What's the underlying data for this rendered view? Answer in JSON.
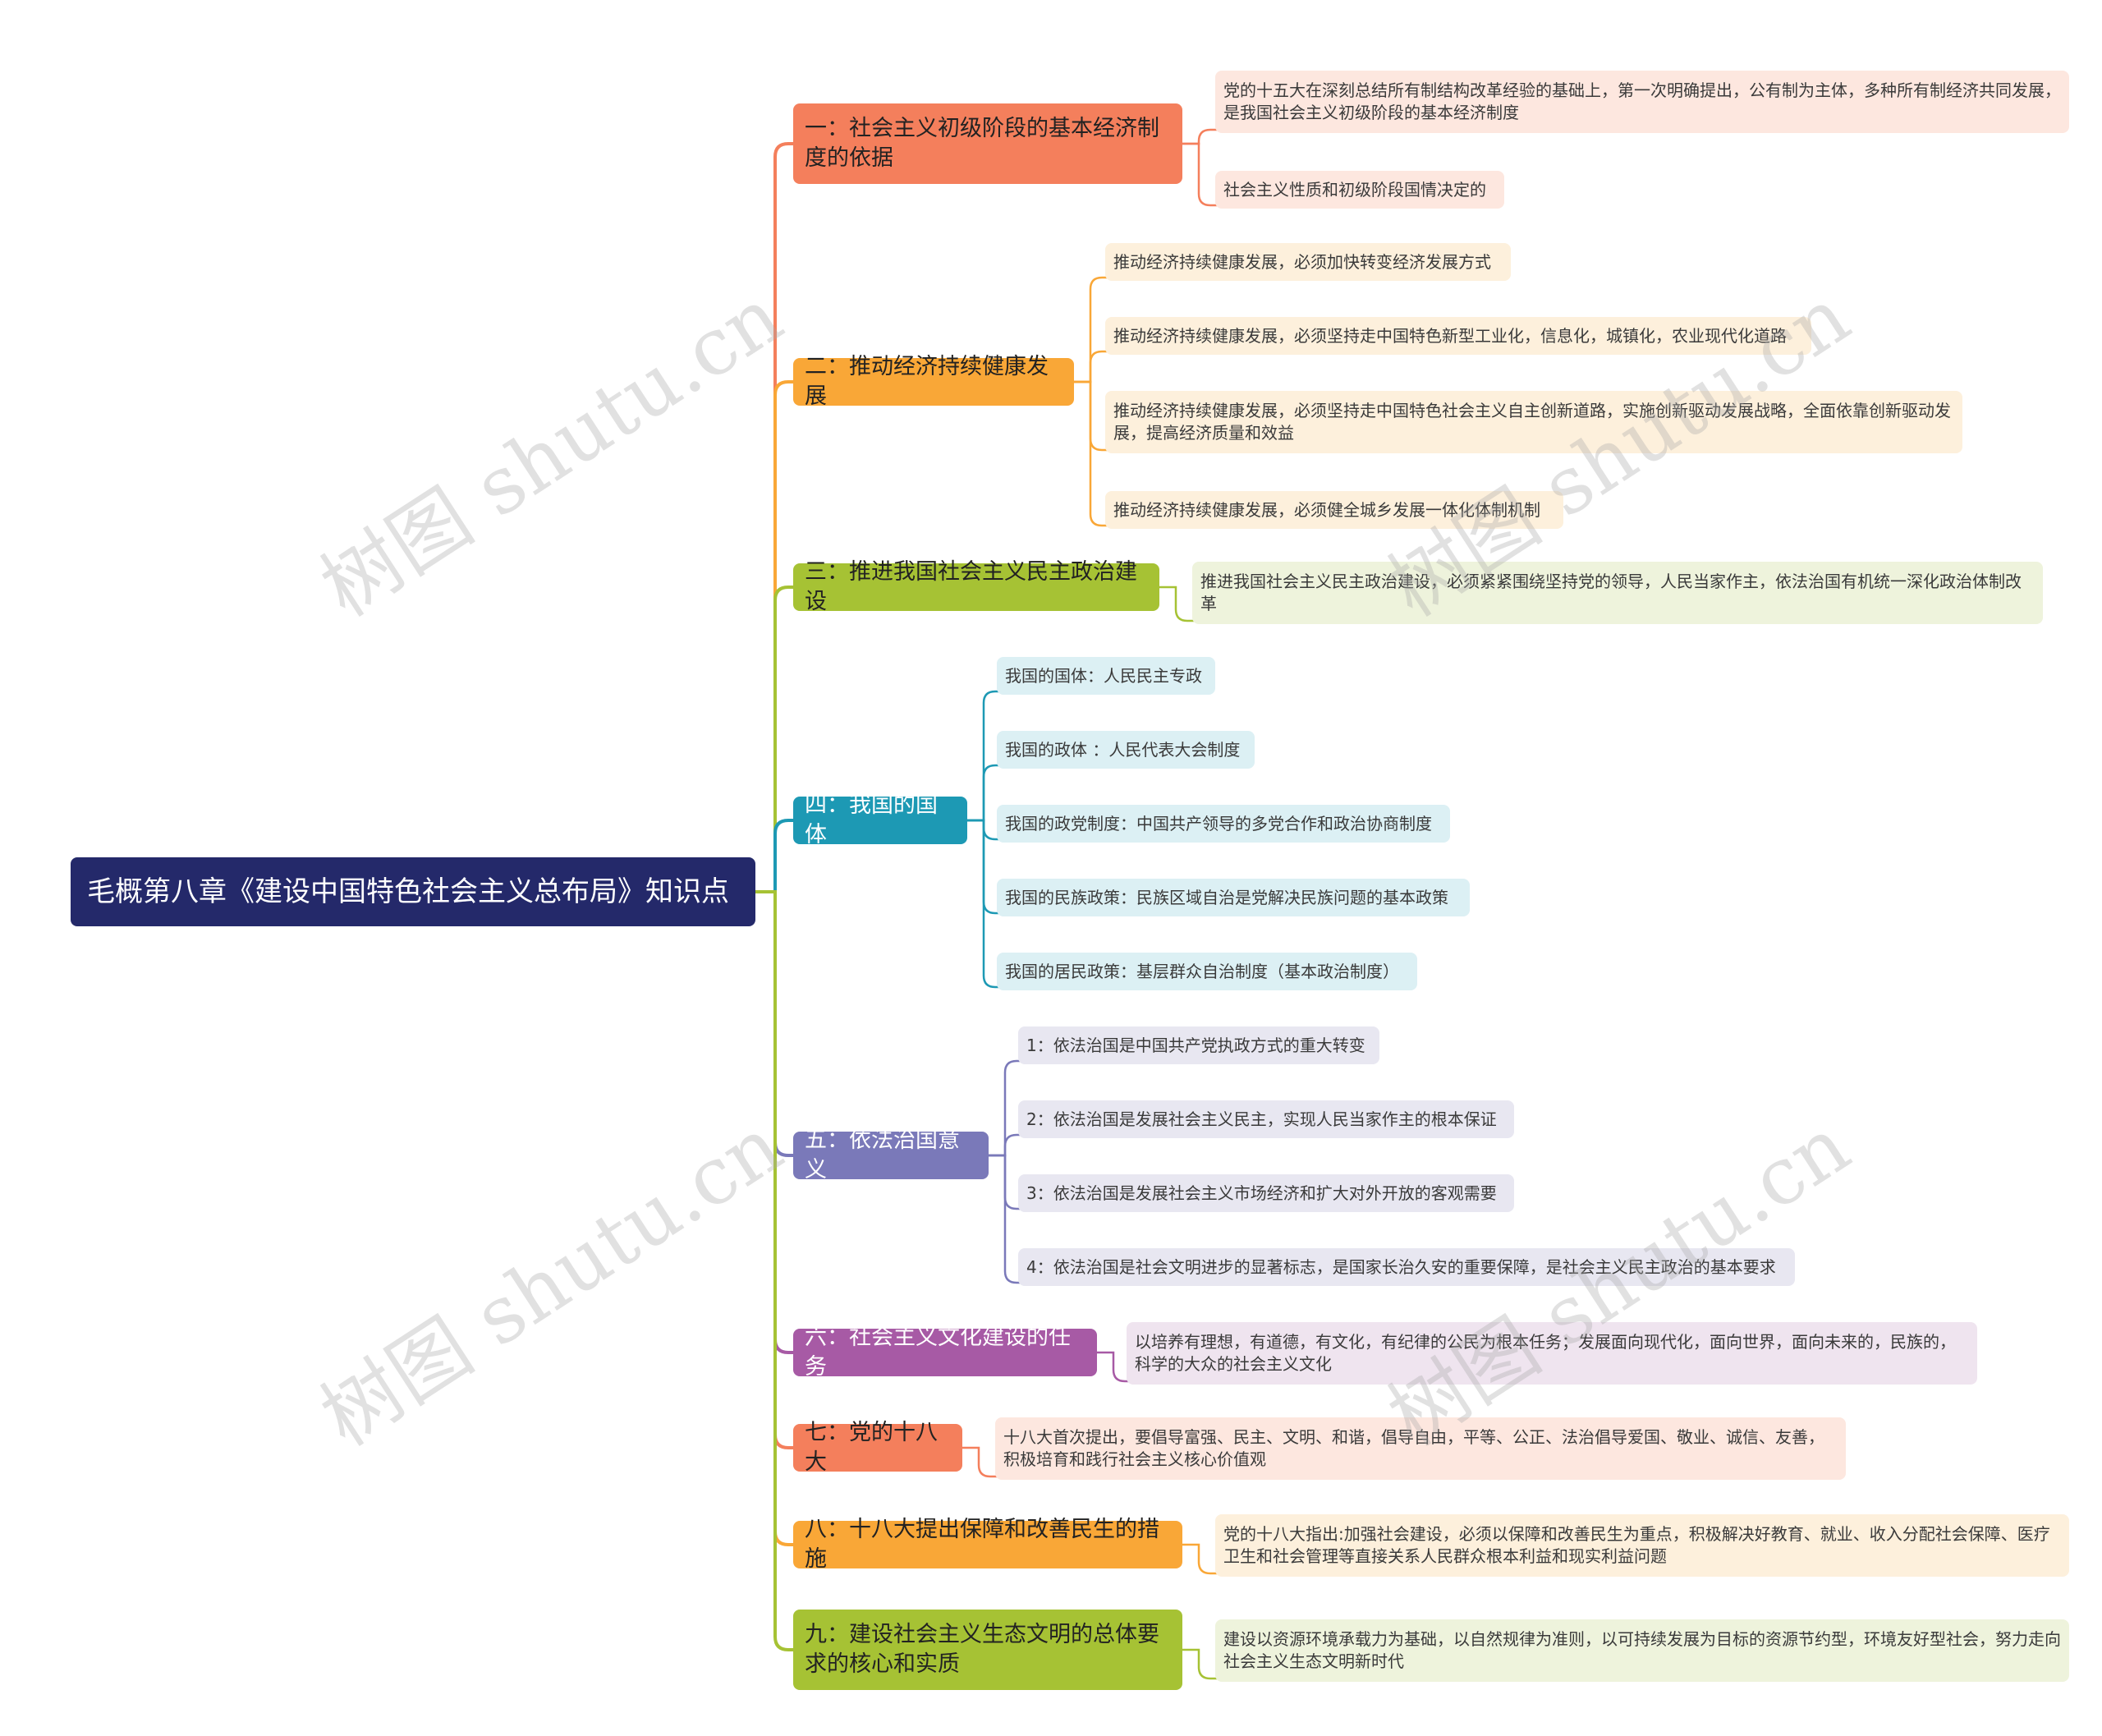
{
  "root": {
    "label": "毛概第八章《建设中国特色社会主义总布局》知识点"
  },
  "branches": [
    {
      "label": "一：社会主义初级阶段的基本经济制度的依据",
      "color": "#f47f5c",
      "leafBg": "#fde7df",
      "textColor": "#222222",
      "leaves": [
        "党的十五大在深刻总结所有制结构改革经验的基础上，第一次明确提出，公有制为主体，多种所有制经济共同发展，是我国社会主义初级阶段的基本经济制度",
        "社会主义性质和初级阶段国情决定的"
      ]
    },
    {
      "label": "二：推动经济持续健康发展",
      "color": "#f9a737",
      "leafBg": "#fdf0dc",
      "textColor": "#222222",
      "leaves": [
        "推动经济持续健康发展，必须加快转变经济发展方式",
        "推动经济持续健康发展，必须坚持走中国特色新型工业化，信息化，城镇化，农业现代化道路",
        "推动经济持续健康发展，必须坚持走中国特色社会主义自主创新道路，实施创新驱动发展战略，全面依靠创新驱动发展，提高经济质量和效益",
        "推动经济持续健康发展，必须健全城乡发展一体化体制机制"
      ]
    },
    {
      "label": "三：推进我国社会主义民主政治建设",
      "color": "#a6c234",
      "leafBg": "#eef3dc",
      "textColor": "#222222",
      "leaves": [
        "推进我国社会主义民主政治建设，必须紧紧围绕坚持党的领导，人民当家作主，依法治国有机统一深化政治体制改革"
      ]
    },
    {
      "label": "四：我国的国体",
      "color": "#1d99b4",
      "leafBg": "#dcf0f4",
      "textColor": "#ffffff",
      "leaves": [
        "我国的国体：人民民主专政",
        "我国的政体 ：人民代表大会制度",
        "我国的政党制度：中国共产领导的多党合作和政治协商制度",
        "我国的民族政策：民族区域自治是党解决民族问题的基本政策",
        "我国的居民政策：基层群众自治制度（基本政治制度）"
      ]
    },
    {
      "label": "五：依法治国意义",
      "color": "#7a79b9",
      "leafBg": "#e8e7f1",
      "textColor": "#ffffff",
      "leaves": [
        "1：依法治国是中国共产党执政方式的重大转变",
        "2：依法治国是发展社会主义民主，实现人民当家作主的根本保证",
        "3：依法治国是发展社会主义市场经济和扩大对外开放的客观需要",
        "4：依法治国是社会文明进步的显著标志，是国家长治久安的重要保障，是社会主义民主政治的基本要求"
      ]
    },
    {
      "label": "六：社会主义文化建设的任务",
      "color": "#a75aa5",
      "leafBg": "#efe4ef",
      "textColor": "#ffffff",
      "leaves": [
        "以培养有理想，有道德，有文化，有纪律的公民为根本任务；发展面向现代化，面向世界，面向未来的，民族的，科学的大众的社会主义文化"
      ]
    },
    {
      "label": "七：党的十八大",
      "color": "#f47f5c",
      "leafBg": "#fde7df",
      "textColor": "#222222",
      "leaves": [
        "十八大首次提出，要倡导富强、民主、文明、和谐，倡导自由，平等、公正、法治倡导爱国、敬业、诚信、友善，积极培育和践行社会主义核心价值观"
      ]
    },
    {
      "label": "八：十八大提出保障和改善民生的措施",
      "color": "#f9a737",
      "leafBg": "#fdf0dc",
      "textColor": "#222222",
      "leaves": [
        "党的十八大指出:加强社会建设，必须以保障和改善民生为重点，积极解决好教育、就业、收入分配社会保障、医疗卫生和社会管理等直接关系人民群众根本利益和现实利益问题"
      ]
    },
    {
      "label": "九：建设社会主义生态文明的总体要求的核心和实质",
      "color": "#a6c234",
      "leafBg": "#eef3dc",
      "textColor": "#222222",
      "leaves": [
        "建设以资源环境承载力为基础，以自然规律为准则，以可持续发展为目标的资源节约型，环境友好型社会，努力走向社会主义生态文明新时代"
      ]
    }
  ],
  "watermark": "树图 shutu.cn"
}
